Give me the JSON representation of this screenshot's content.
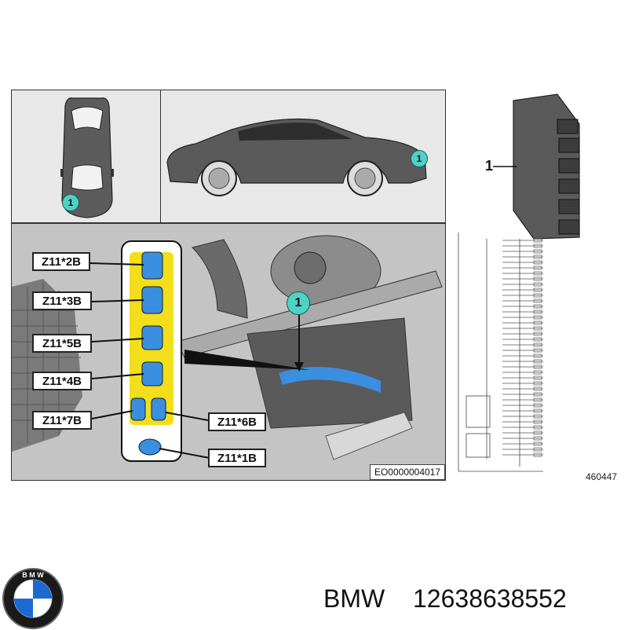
{
  "diagram": {
    "callout_number": "1",
    "connector_labels": [
      "Z11*2B",
      "Z11*3B",
      "Z11*5B",
      "Z11*4B",
      "Z11*7B",
      "Z11*6B",
      "Z11*1B"
    ],
    "image_code": "EO0000004017",
    "part_number_label": "1",
    "reference_number": "460447"
  },
  "footer": {
    "brand": "BMW",
    "part_number": "12638638552",
    "logo_text": "B M W"
  },
  "colors": {
    "callout": "#4fd1c5",
    "module_yellow": "#f2de1a",
    "connector_blue": "#3a8fe0"
  }
}
